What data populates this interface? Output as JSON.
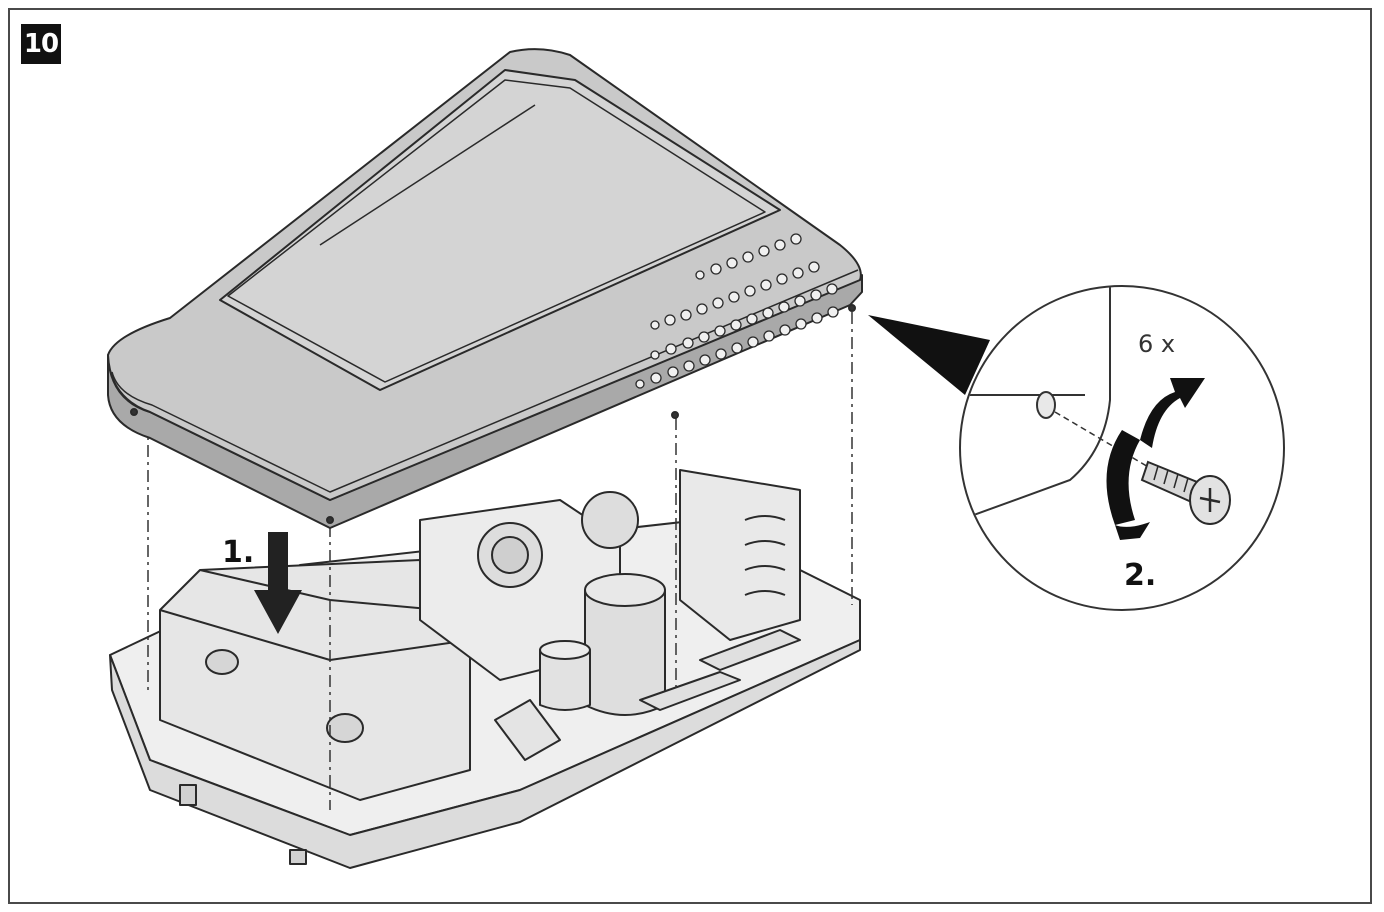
{
  "figure": {
    "step_number": "10",
    "step1_label": "1.",
    "step2_label": "2.",
    "screw_count": "6 x"
  },
  "colors": {
    "cover_fill": "#c9c9c9",
    "line": "#2a2a2a",
    "base_fill": "#f2f2f2"
  }
}
